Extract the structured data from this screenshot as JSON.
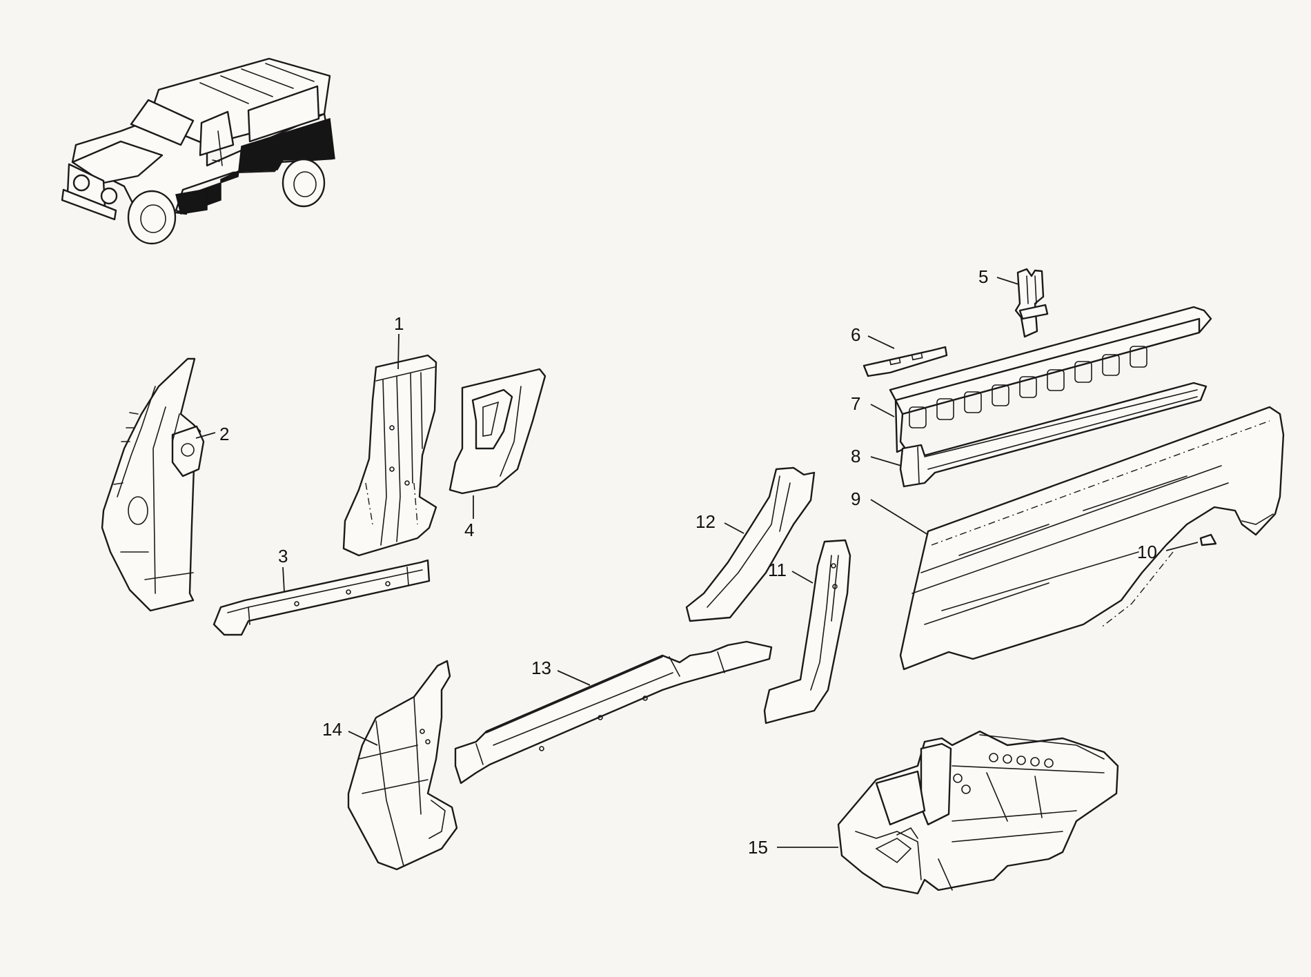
{
  "callouts": [
    {
      "id": "1",
      "label": "1"
    },
    {
      "id": "2",
      "label": "2"
    },
    {
      "id": "3",
      "label": "3"
    },
    {
      "id": "4",
      "label": "4"
    },
    {
      "id": "5",
      "label": "5"
    },
    {
      "id": "6",
      "label": "6"
    },
    {
      "id": "7",
      "label": "7"
    },
    {
      "id": "8",
      "label": "8"
    },
    {
      "id": "9",
      "label": "9"
    },
    {
      "id": "10",
      "label": "10"
    },
    {
      "id": "11",
      "label": "11"
    },
    {
      "id": "12",
      "label": "12"
    },
    {
      "id": "13",
      "label": "13"
    },
    {
      "id": "14",
      "label": "14"
    },
    {
      "id": "15",
      "label": "15"
    }
  ],
  "colors": {
    "background": "#f7f6f2",
    "ink": "#1a1a1a"
  }
}
